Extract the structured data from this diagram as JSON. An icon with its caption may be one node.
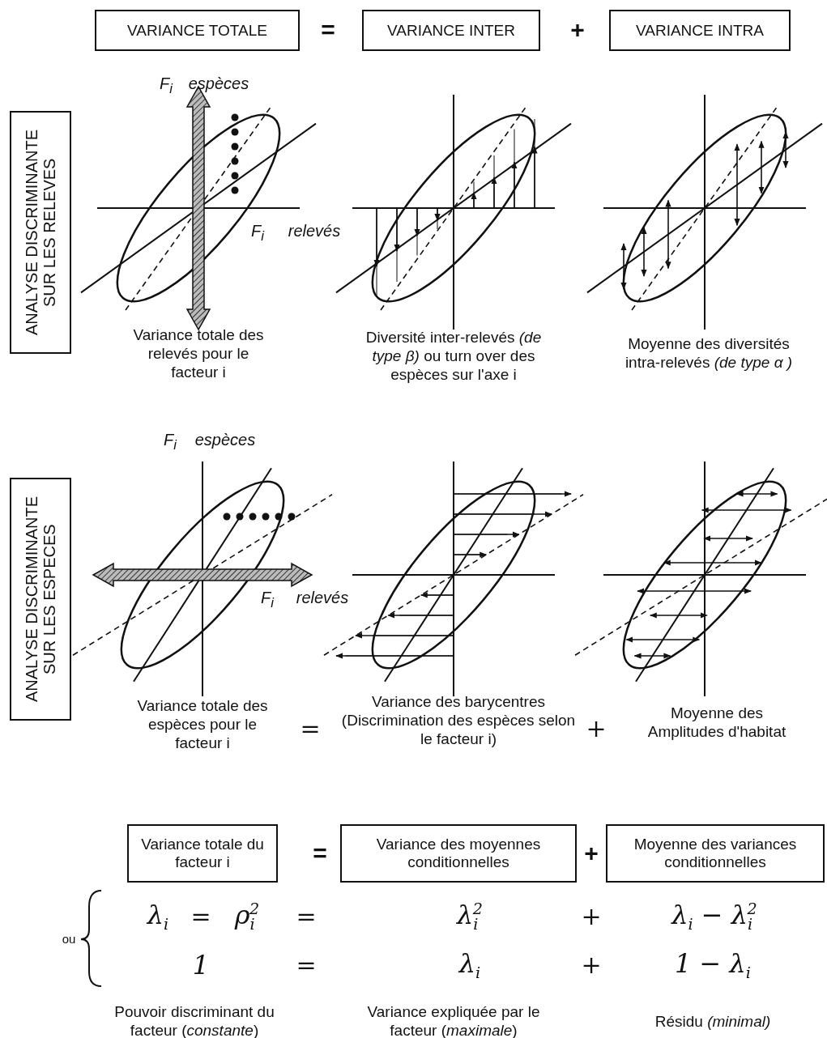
{
  "diagram": {
    "nodes": [
      {
        "text": [
          "VARIANCE TOTALE"
        ]
      },
      {
        "text": [
          "VARIANCE INTER"
        ]
      },
      {
        "text": [
          "VARIANCE INTRA"
        ]
      },
      {
        "text": [
          "ANALYSE DISCRIMINANTE SUR LES RELEVES"
        ]
      },
      {
        "text": [
          "ANALYSE DISCRIMINANTE SUR LES ESPECES"
        ]
      },
      {
        "text": [
          "Variance totale du facteur i"
        ]
      },
      {
        "text": [
          "Variance des moyennes conditionnelles"
        ]
      },
      {
        "text": [
          "Moyenne des variances conditionnelles"
        ]
      }
    ],
    "labels": [
      "=",
      "+",
      "F$_{i}$",
      "espèces",
      "F$_{i}$",
      "relevés",
      "Variance totale des relevés pour le facteur i",
      "Diversité inter-relevés *(de type β)* ou turn over des espèces sur l'axe i",
      "Moyenne des diversités intra-relevés *(de type α )*",
      "F$_{i}$",
      "espèces",
      "F$_{i}$",
      "relevés",
      "Variance totale des espèces pour le facteur i",
      "=",
      "Variance des barycentres (Discrimination des espèces selon le facteur i)",
      "+",
      "Moyenne des Amplitudes d'habitat",
      "=",
      "+",
      "ou",
      "λ$_{i}$",
      "=",
      "ρ$_{i}$$^{2}$",
      "=",
      "λ$_{i}$$^{2}$",
      "+",
      "λ$_{i}$ − λ$_{i}$$^{2}$",
      "1",
      "=",
      "λ$_{i}$",
      "+",
      "1 − λ$_{i}$",
      "Pouvoir discriminant du facteur (*constante*)",
      "Variance expliquée par le facteur (*maximale*)",
      "Résidu *(minimal)*"
    ]
  }
}
